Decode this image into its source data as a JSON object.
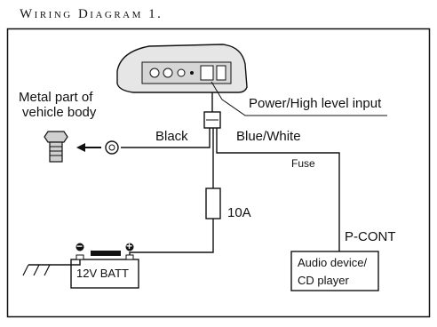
{
  "title": "Wiring Diagram 1.",
  "labels": {
    "metal_part": "Metal part of",
    "vehicle_body": "vehicle body",
    "power_input": "Power/High level input",
    "black": "Black",
    "blue_white": "Blue/White",
    "fuse": "Fuse",
    "fuse_rating": "10A",
    "p_cont": "P-CONT",
    "battery": "12V BATT",
    "audio_device": "Audio device/",
    "cd_player": "CD player",
    "battery_neg": "−",
    "battery_pos": "+"
  },
  "colors": {
    "line": "#111111",
    "background": "#ffffff",
    "device_fill": "#e6e6e6"
  },
  "icons": {
    "bolt": "bolt-icon",
    "ring_terminal": "ring-terminal-icon",
    "ground": "ground-symbol-icon"
  }
}
